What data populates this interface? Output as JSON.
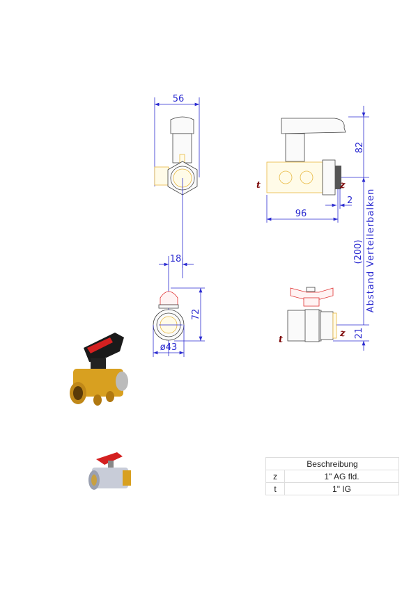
{
  "dimensions": {
    "top_width": "56",
    "top_height": "82",
    "length": "96",
    "offset": "2",
    "side_offset": "18",
    "bottom_height": "72",
    "diameter": "ø43",
    "bottom_offset": "21",
    "spacing": "(200)",
    "spacing_label": "Abstand Verteilerbalken"
  },
  "connection_labels": {
    "t": "t",
    "z": "z"
  },
  "table": {
    "header": "Beschreibung",
    "rows": [
      {
        "key": "z",
        "value": "1\" AG fld."
      },
      {
        "key": "t",
        "value": "1\" IG"
      }
    ]
  },
  "colors": {
    "dimension": "#2a2ad0",
    "label": "#7a0000",
    "brass": "#e8b840",
    "handle": "#e03030"
  }
}
